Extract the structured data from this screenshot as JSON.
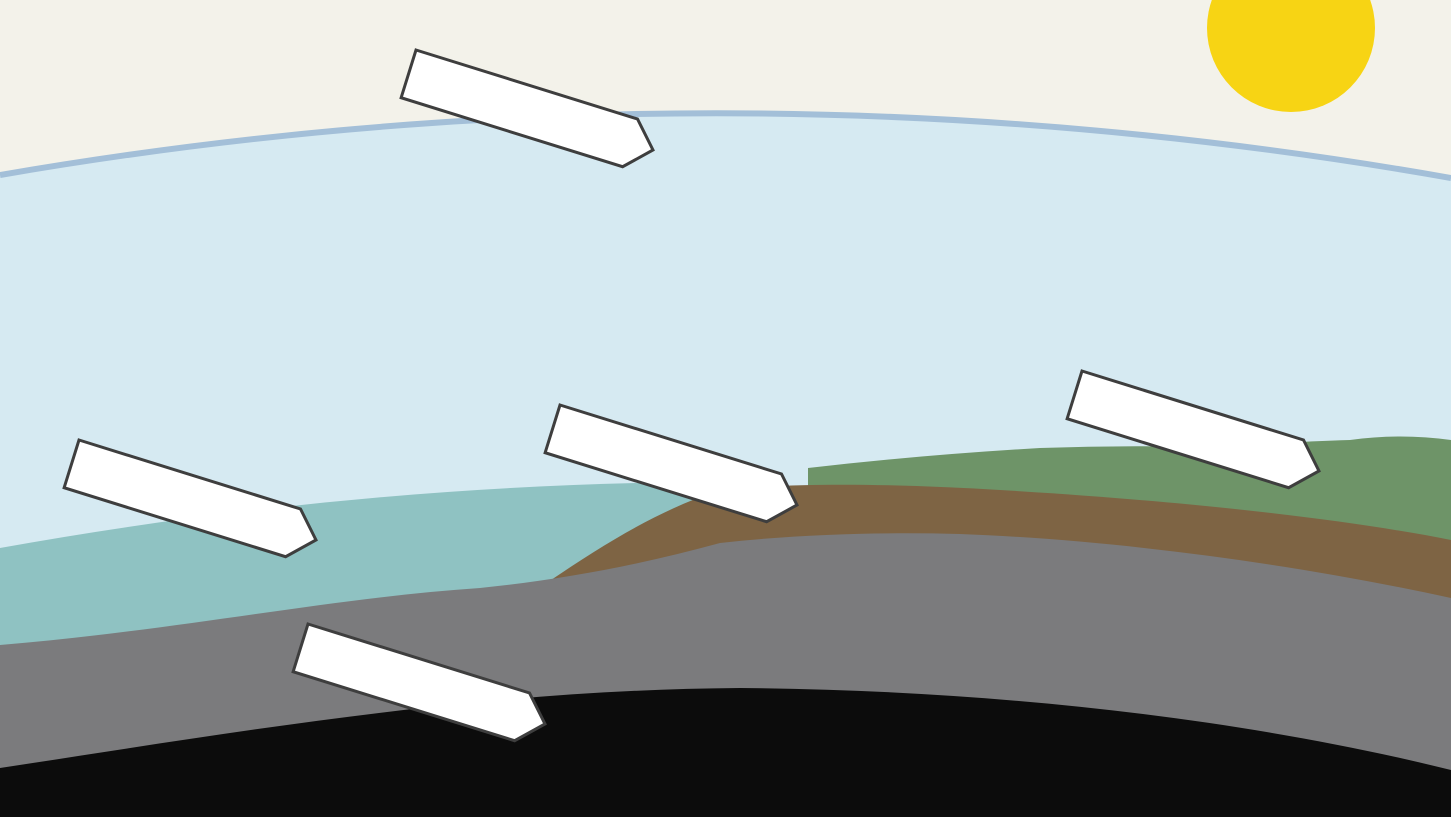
{
  "title": "",
  "scene": {
    "layers": [
      {
        "name": "sky",
        "color": "#f3f2ea"
      },
      {
        "name": "atmosphere",
        "color": "#d6eaf2"
      },
      {
        "name": "atmosphere-edge",
        "color": "#a3bfd8"
      },
      {
        "name": "ocean",
        "color": "#8fc2c2"
      },
      {
        "name": "land-vegetation",
        "color": "#6e9468"
      },
      {
        "name": "soil",
        "color": "#7e6444"
      },
      {
        "name": "rock-crust",
        "color": "#7b7b7d"
      },
      {
        "name": "deep-earth",
        "color": "#0c0c0c"
      }
    ],
    "sun": {
      "color": "#f7d414"
    }
  },
  "labels": [
    {
      "text": ""
    },
    {
      "text": ""
    },
    {
      "text": ""
    },
    {
      "text": ""
    },
    {
      "text": ""
    },
    {
      "text": ""
    }
  ]
}
